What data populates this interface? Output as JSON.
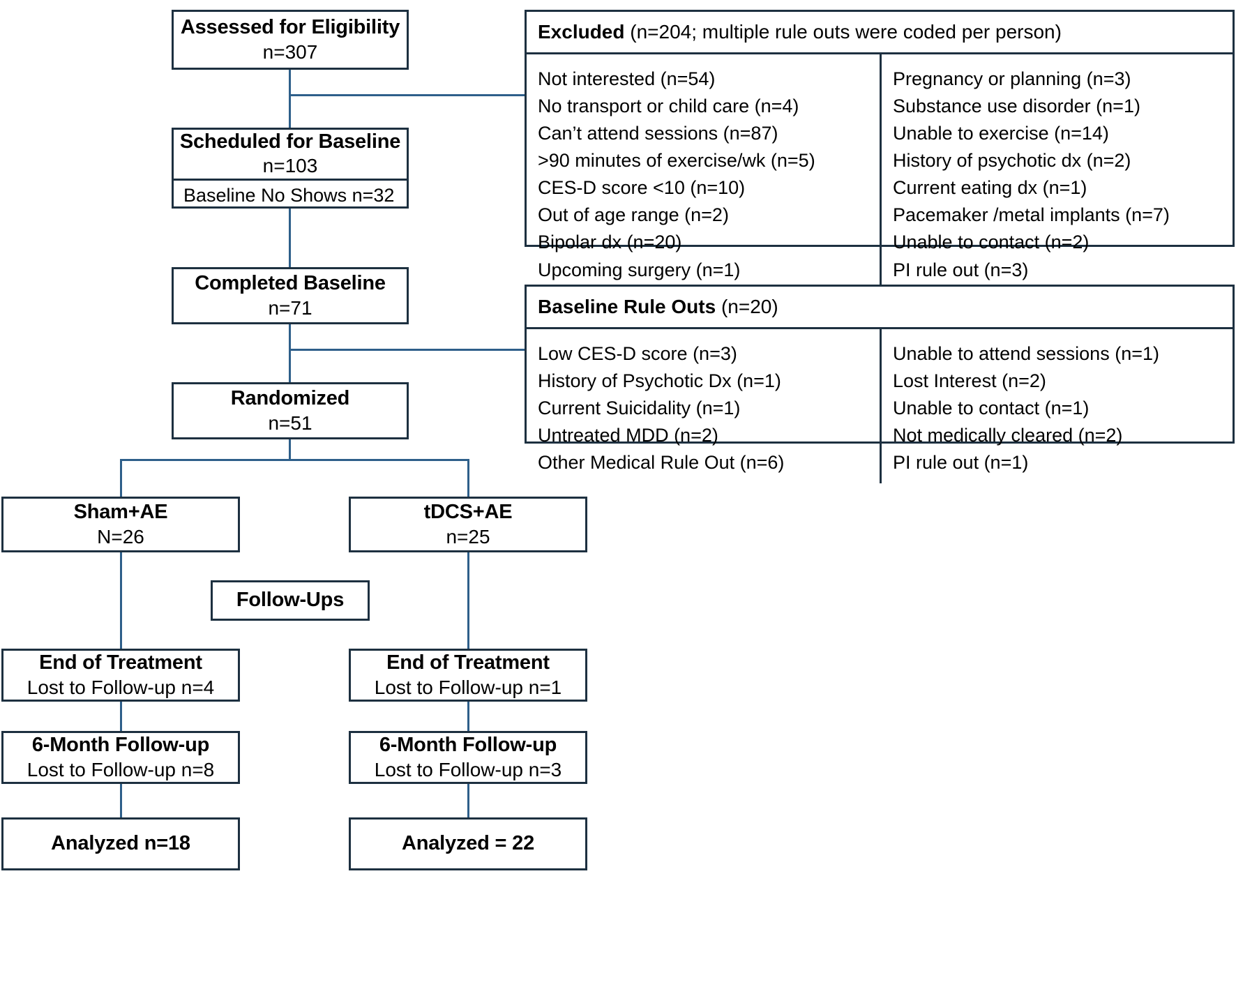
{
  "diagram": {
    "type": "consort-flow-diagram",
    "title": "CONSORT Participant Flow"
  },
  "nodes": {
    "assessed": {
      "title": "Assessed for Eligibility",
      "count": "n=307"
    },
    "scheduled": {
      "title": "Scheduled for Baseline",
      "count": "n=103",
      "note": "Baseline No Shows n=32"
    },
    "completed": {
      "title": "Completed Baseline",
      "count": "n=71"
    },
    "randomized": {
      "title": "Randomized",
      "count": "n=51"
    },
    "sham_arm": {
      "title": "Sham+AE",
      "count": "N=26"
    },
    "tdcs_arm": {
      "title": "tDCS+AE",
      "count": "n=25"
    },
    "followups_label": {
      "title": "Follow-Ups"
    },
    "sham_eot": {
      "title": "End of Treatment",
      "note": "Lost to Follow-up n=4"
    },
    "tdcs_eot": {
      "title": "End of Treatment",
      "note": "Lost to Follow-up n=1"
    },
    "sham_6mo": {
      "title": "6-Month Follow-up",
      "note": "Lost to Follow-up n=8"
    },
    "tdcs_6mo": {
      "title": "6-Month Follow-up",
      "note": "Lost to Follow-up n=3"
    },
    "sham_analyzed": {
      "title": "Analyzed n=18"
    },
    "tdcs_analyzed": {
      "title": "Analyzed = 22"
    }
  },
  "excluded_panel": {
    "heading_bold": "Excluded",
    "heading_rest": " (n=204; multiple rule outs were coded per person)",
    "left_column": [
      "Not interested (n=54)",
      "No transport or child care (n=4)",
      "Can’t attend sessions (n=87)",
      ">90 minutes of exercise/wk (n=5)",
      "CES-D score <10 (n=10)",
      "Out of age range (n=2)",
      "Bipolar dx (n=20)",
      "Upcoming surgery (n=1)"
    ],
    "right_column": [
      "Pregnancy  or planning (n=3)",
      "Substance use disorder (n=1)",
      "Unable to exercise (n=14)",
      "History of psychotic dx  (n=2)",
      "Current eating dx  (n=1)",
      "Pacemaker /metal implants (n=7)",
      "Unable to contact (n=2)",
      "PI rule out (n=3)"
    ]
  },
  "baseline_ruleouts_panel": {
    "heading_bold": "Baseline Rule Outs",
    "heading_rest": " (n=20)",
    "left_column": [
      "Low CES-D score (n=3)",
      "History of Psychotic Dx (n=1)",
      "Current Suicidality (n=1)",
      "Untreated MDD (n=2)",
      "Other Medical Rule Out (n=6)"
    ],
    "right_column": [
      "Unable to attend sessions (n=1)",
      "Lost Interest (n=2)",
      "Unable to contact (n=1)",
      "Not medically cleared (n=2)",
      "PI rule out (n=1)"
    ]
  },
  "colors": {
    "box_border": "#1d3040",
    "connector": "#2e5f8a",
    "background": "#ffffff",
    "text": "#000000"
  }
}
